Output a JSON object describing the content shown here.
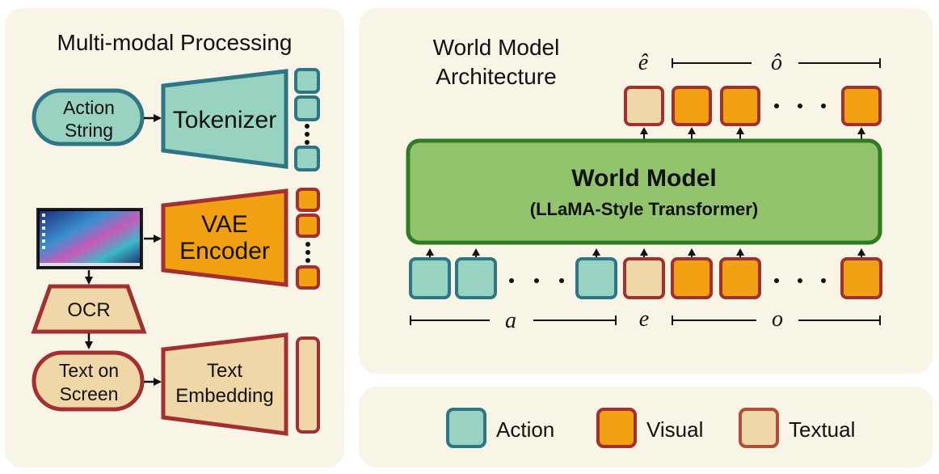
{
  "left_panel": {
    "title": "Multi-modal Processing",
    "action_string": [
      "Action",
      "String"
    ],
    "tokenizer": "Tokenizer",
    "vae_encoder": [
      "VAE",
      "Encoder"
    ],
    "ocr": "OCR",
    "text_on_screen": [
      "Text on",
      "Screen"
    ],
    "text_embedding": [
      "Text",
      "Embedding"
    ]
  },
  "right_panel": {
    "title": [
      "World Model",
      "Architecture"
    ],
    "world_model": "World Model",
    "world_model_sub": "(LLaMA-Style Transformer)",
    "output_labels": {
      "e_hat": "ê",
      "o_hat": "ô"
    },
    "input_labels": {
      "a": "a",
      "e": "e",
      "o": "o"
    }
  },
  "legend": {
    "items": [
      {
        "label": "Action",
        "fill": "#97d3c0",
        "stroke": "#2e7586"
      },
      {
        "label": "Visual",
        "fill": "#f0a010",
        "stroke": "#a23030"
      },
      {
        "label": "Textual",
        "fill": "#efd7a8",
        "stroke": "#a23030"
      }
    ]
  },
  "colors": {
    "panel_bg": "#f8f4e6",
    "action_fill": "#97d3c0",
    "action_stroke": "#2e7586",
    "visual_fill": "#f0a010",
    "visual_stroke": "#a23030",
    "text_fill": "#efd7a8",
    "text_stroke": "#a23030",
    "model_fill": "#92c46e",
    "model_stroke": "#2f7a22"
  }
}
